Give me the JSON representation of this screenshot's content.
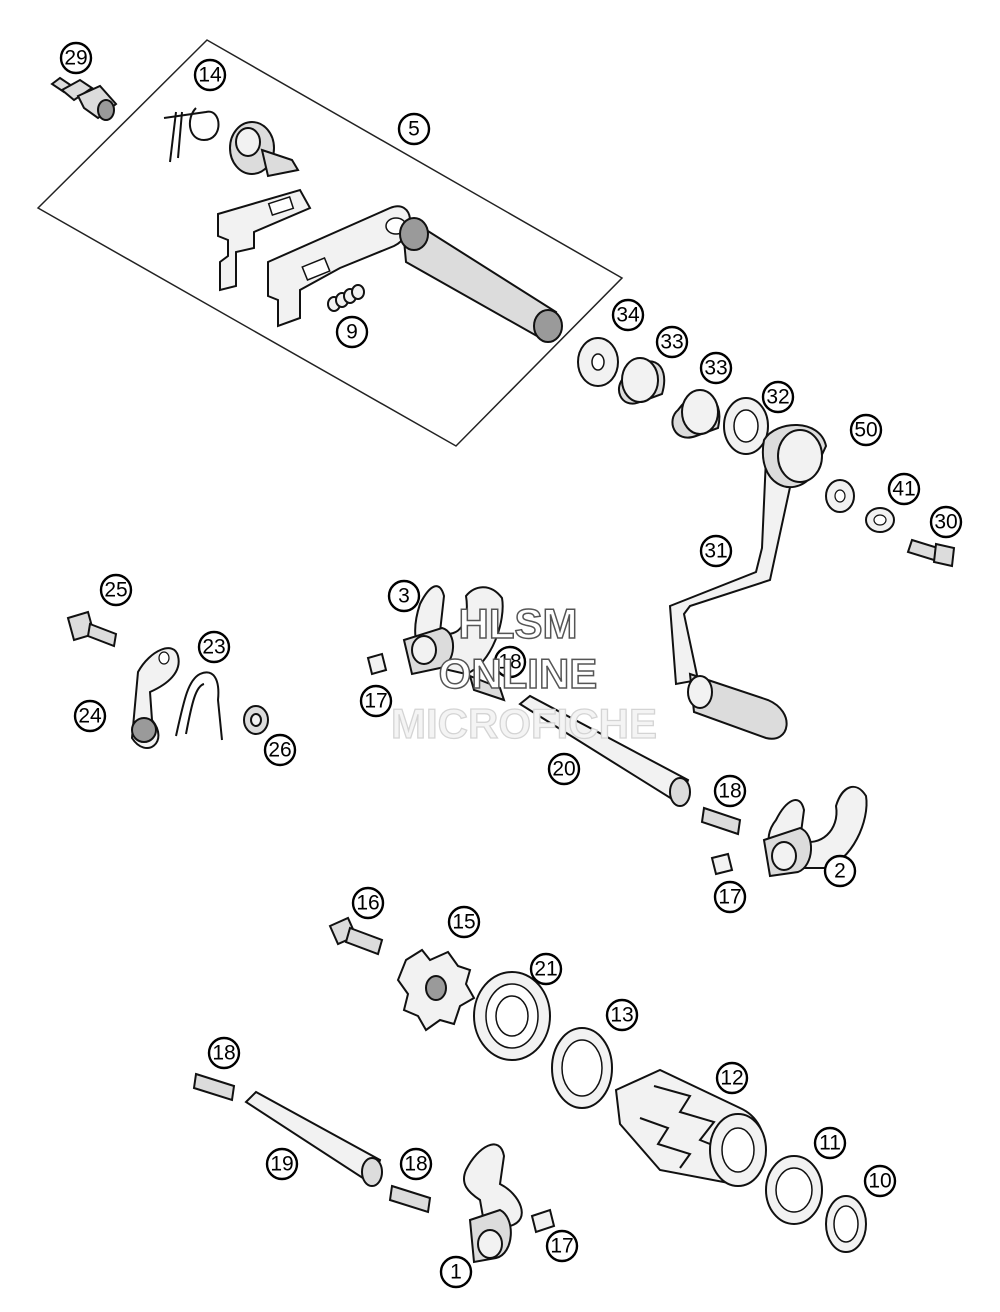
{
  "callouts": [
    {
      "id": "29",
      "label": "29"
    },
    {
      "id": "14",
      "label": "14"
    },
    {
      "id": "5",
      "label": "5"
    },
    {
      "id": "9",
      "label": "9"
    },
    {
      "id": "34",
      "label": "34"
    },
    {
      "id": "33a",
      "label": "33"
    },
    {
      "id": "33b",
      "label": "33"
    },
    {
      "id": "32",
      "label": "32"
    },
    {
      "id": "50",
      "label": "50"
    },
    {
      "id": "41",
      "label": "41"
    },
    {
      "id": "30",
      "label": "30"
    },
    {
      "id": "31",
      "label": "31"
    },
    {
      "id": "25",
      "label": "25"
    },
    {
      "id": "23",
      "label": "23"
    },
    {
      "id": "24",
      "label": "24"
    },
    {
      "id": "26",
      "label": "26"
    },
    {
      "id": "3",
      "label": "3"
    },
    {
      "id": "18a",
      "label": "18"
    },
    {
      "id": "17a",
      "label": "17"
    },
    {
      "id": "20",
      "label": "20"
    },
    {
      "id": "18b",
      "label": "18"
    },
    {
      "id": "2",
      "label": "2"
    },
    {
      "id": "17b",
      "label": "17"
    },
    {
      "id": "16",
      "label": "16"
    },
    {
      "id": "15",
      "label": "15"
    },
    {
      "id": "21",
      "label": "21"
    },
    {
      "id": "13",
      "label": "13"
    },
    {
      "id": "12",
      "label": "12"
    },
    {
      "id": "18c",
      "label": "18"
    },
    {
      "id": "19",
      "label": "19"
    },
    {
      "id": "18d",
      "label": "18"
    },
    {
      "id": "11",
      "label": "11"
    },
    {
      "id": "10",
      "label": "10"
    },
    {
      "id": "17c",
      "label": "17"
    },
    {
      "id": "1",
      "label": "1"
    }
  ],
  "watermark": {
    "line1": "HLSM",
    "line2": "ONLINE",
    "line3": "MICROFICHE"
  }
}
